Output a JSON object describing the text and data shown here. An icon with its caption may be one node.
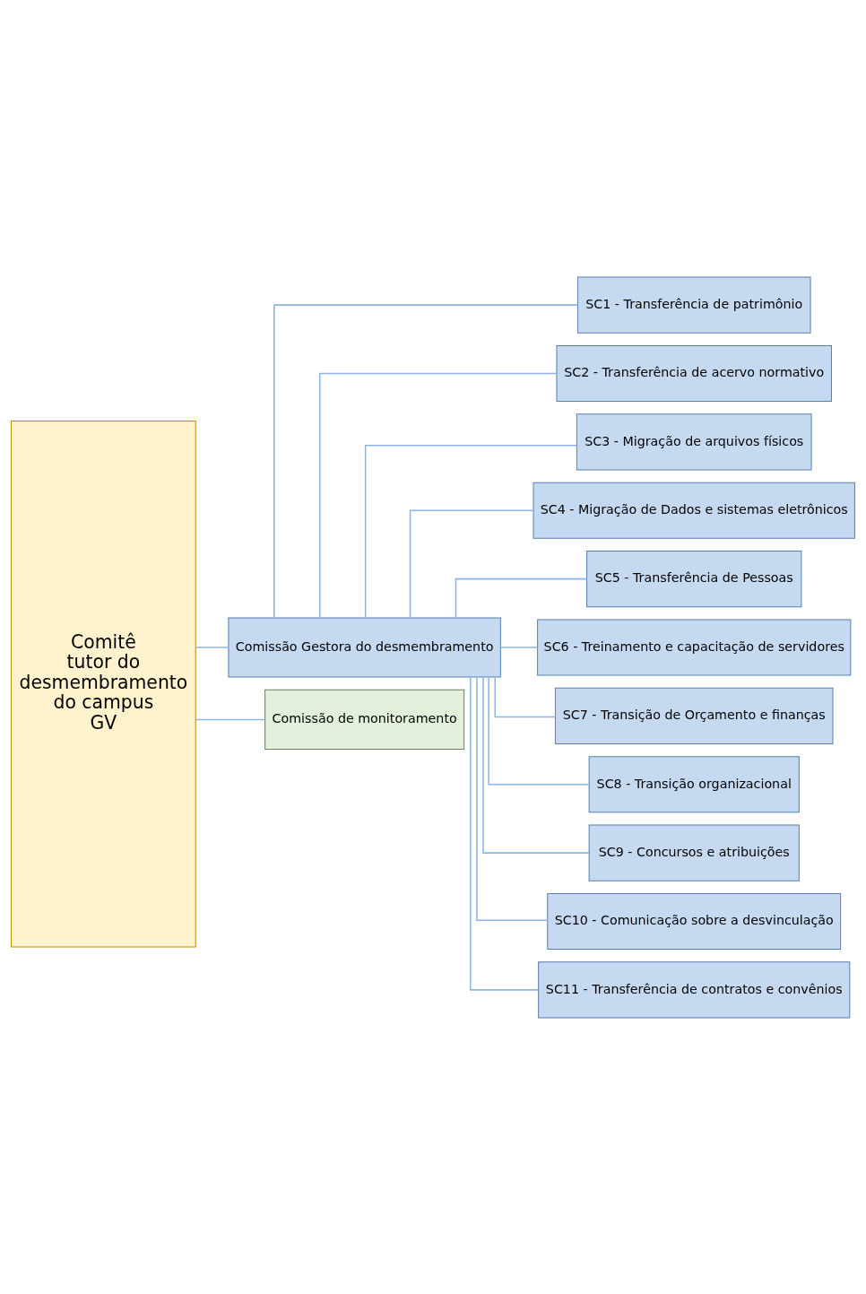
{
  "diagram": {
    "nodes": [
      {
        "text": [
          "Comitê tutor do desmembramento do campus GV"
        ]
      },
      {
        "text": [
          "Comissão Gestora do desmembramento"
        ]
      },
      {
        "text": [
          "Comissão de monitoramento"
        ]
      },
      {
        "text": [
          "SC1 - Transferência de patrimônio"
        ]
      },
      {
        "text": [
          "SC2 - Transferência de acervo normativo"
        ]
      },
      {
        "text": [
          "SC3 - Migração de arquivos físicos"
        ]
      },
      {
        "text": [
          "SC4 - Migração de Dados e sistemas eletrônicos"
        ]
      },
      {
        "text": [
          "SC5 - Transferência de Pessoas"
        ]
      },
      {
        "text": [
          "SC6 - Treinamento e capacitação de servidores"
        ]
      },
      {
        "text": [
          "SC7 - Transição de Orçamento e finanças"
        ]
      },
      {
        "text": [
          "SC8 - Transição organizacional"
        ]
      },
      {
        "text": [
          "SC9 - Concursos e atribuições"
        ]
      },
      {
        "text": [
          "SC10 - Comunicação sobre a desvinculação"
        ]
      },
      {
        "text": [
          "SC11 - Transferência de contratos e convênios"
        ]
      }
    ],
    "edges": [
      {
        "from": 0,
        "to": 1,
        "arrow": "none"
      },
      {
        "from": 0,
        "to": 2,
        "arrow": "none"
      },
      {
        "from": 1,
        "to": 3,
        "arrow": "none"
      },
      {
        "from": 1,
        "to": 4,
        "arrow": "none"
      },
      {
        "from": 1,
        "to": 5,
        "arrow": "none"
      },
      {
        "from": 1,
        "to": 6,
        "arrow": "none"
      },
      {
        "from": 1,
        "to": 7,
        "arrow": "none"
      },
      {
        "from": 1,
        "to": 8,
        "arrow": "none"
      },
      {
        "from": 1,
        "to": 9,
        "arrow": "none"
      },
      {
        "from": 1,
        "to": 10,
        "arrow": "none"
      },
      {
        "from": 1,
        "to": 11,
        "arrow": "none"
      },
      {
        "from": 1,
        "to": 12,
        "arrow": "none"
      },
      {
        "from": 1,
        "to": 13,
        "arrow": "none"
      }
    ]
  }
}
